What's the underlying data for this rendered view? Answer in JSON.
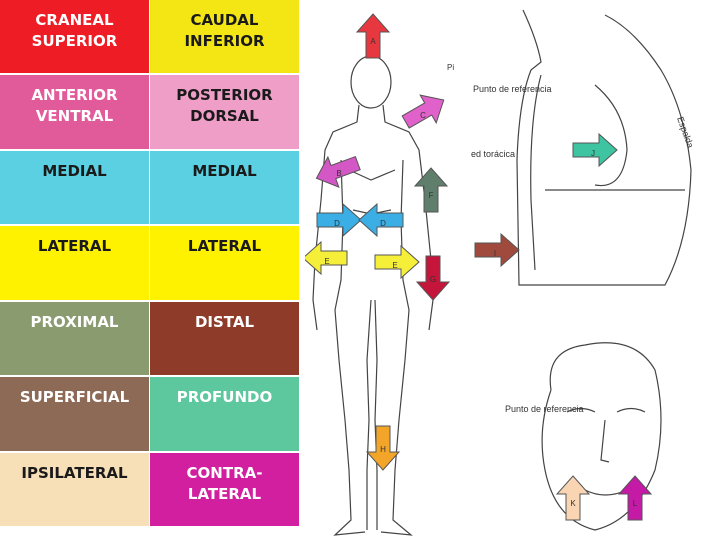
{
  "table": {
    "rows": [
      {
        "left": "CRANEAL\nSUPERIOR",
        "right": "CAUDAL\nINFERIOR",
        "bg": "#ee1c24",
        "right_bg": "#f4e615",
        "left_dark": false,
        "right_dark": true
      },
      {
        "left": "ANTERIOR\nVENTRAL",
        "right": "POSTERIOR\nDORSAL",
        "bg": "#e15b9b",
        "right_bg": "#ef9ec7",
        "left_dark": false,
        "right_dark": true
      },
      {
        "left": "MEDIAL",
        "right": "MEDIAL",
        "bg": "#5bd0e2",
        "right_bg": "#5bd0e2",
        "left_dark": true,
        "right_dark": true
      },
      {
        "left": "LATERAL",
        "right": "LATERAL",
        "bg": "#fff200",
        "right_bg": "#fff200",
        "left_dark": true,
        "right_dark": true
      },
      {
        "left": "PROXIMAL",
        "right": "DISTAL",
        "bg": "#8b9b70",
        "right_bg": "#8e3b2a",
        "left_dark": false,
        "right_dark": false
      },
      {
        "left": "SUPERFICIAL",
        "right": "PROFUNDO",
        "bg": "#8c6a55",
        "right_bg": "#5dc79e",
        "left_dark": false,
        "right_dark": false
      },
      {
        "left": "IPSILATERAL",
        "right": "CONTRA-\nLATERAL",
        "bg": "#f7dfb7",
        "right_bg": "#d11fa0",
        "left_dark": true,
        "right_dark": false
      }
    ]
  },
  "figure": {
    "punto_ref_1": "Punto de referencia",
    "pared_toracica": "ed torácica",
    "espalda": "Espalda",
    "punto_ref_2": "Punto de referencia",
    "pi": "Pi",
    "arrows": {
      "A": {
        "label": "A",
        "color": "#e8383f"
      },
      "B": {
        "label": "B",
        "color": "#d457c6"
      },
      "C": {
        "label": "C",
        "color": "#e061c9"
      },
      "D1": {
        "label": "D",
        "color": "#3aaee5"
      },
      "D2": {
        "label": "D",
        "color": "#3aaee5"
      },
      "E1": {
        "label": "E",
        "color": "#f6ef3a"
      },
      "E2": {
        "label": "E",
        "color": "#f6ef3a"
      },
      "F": {
        "label": "F",
        "color": "#5f7f6c"
      },
      "G": {
        "label": "G",
        "color": "#c5153a"
      },
      "H": {
        "label": "H",
        "color": "#f3a52a"
      },
      "I": {
        "label": "I",
        "color": "#9f4a3c"
      },
      "J": {
        "label": "J",
        "color": "#3ec4a1"
      },
      "K": {
        "label": "K",
        "color": "#f9d5b4"
      },
      "L": {
        "label": "L",
        "color": "#c41aa6"
      }
    }
  }
}
